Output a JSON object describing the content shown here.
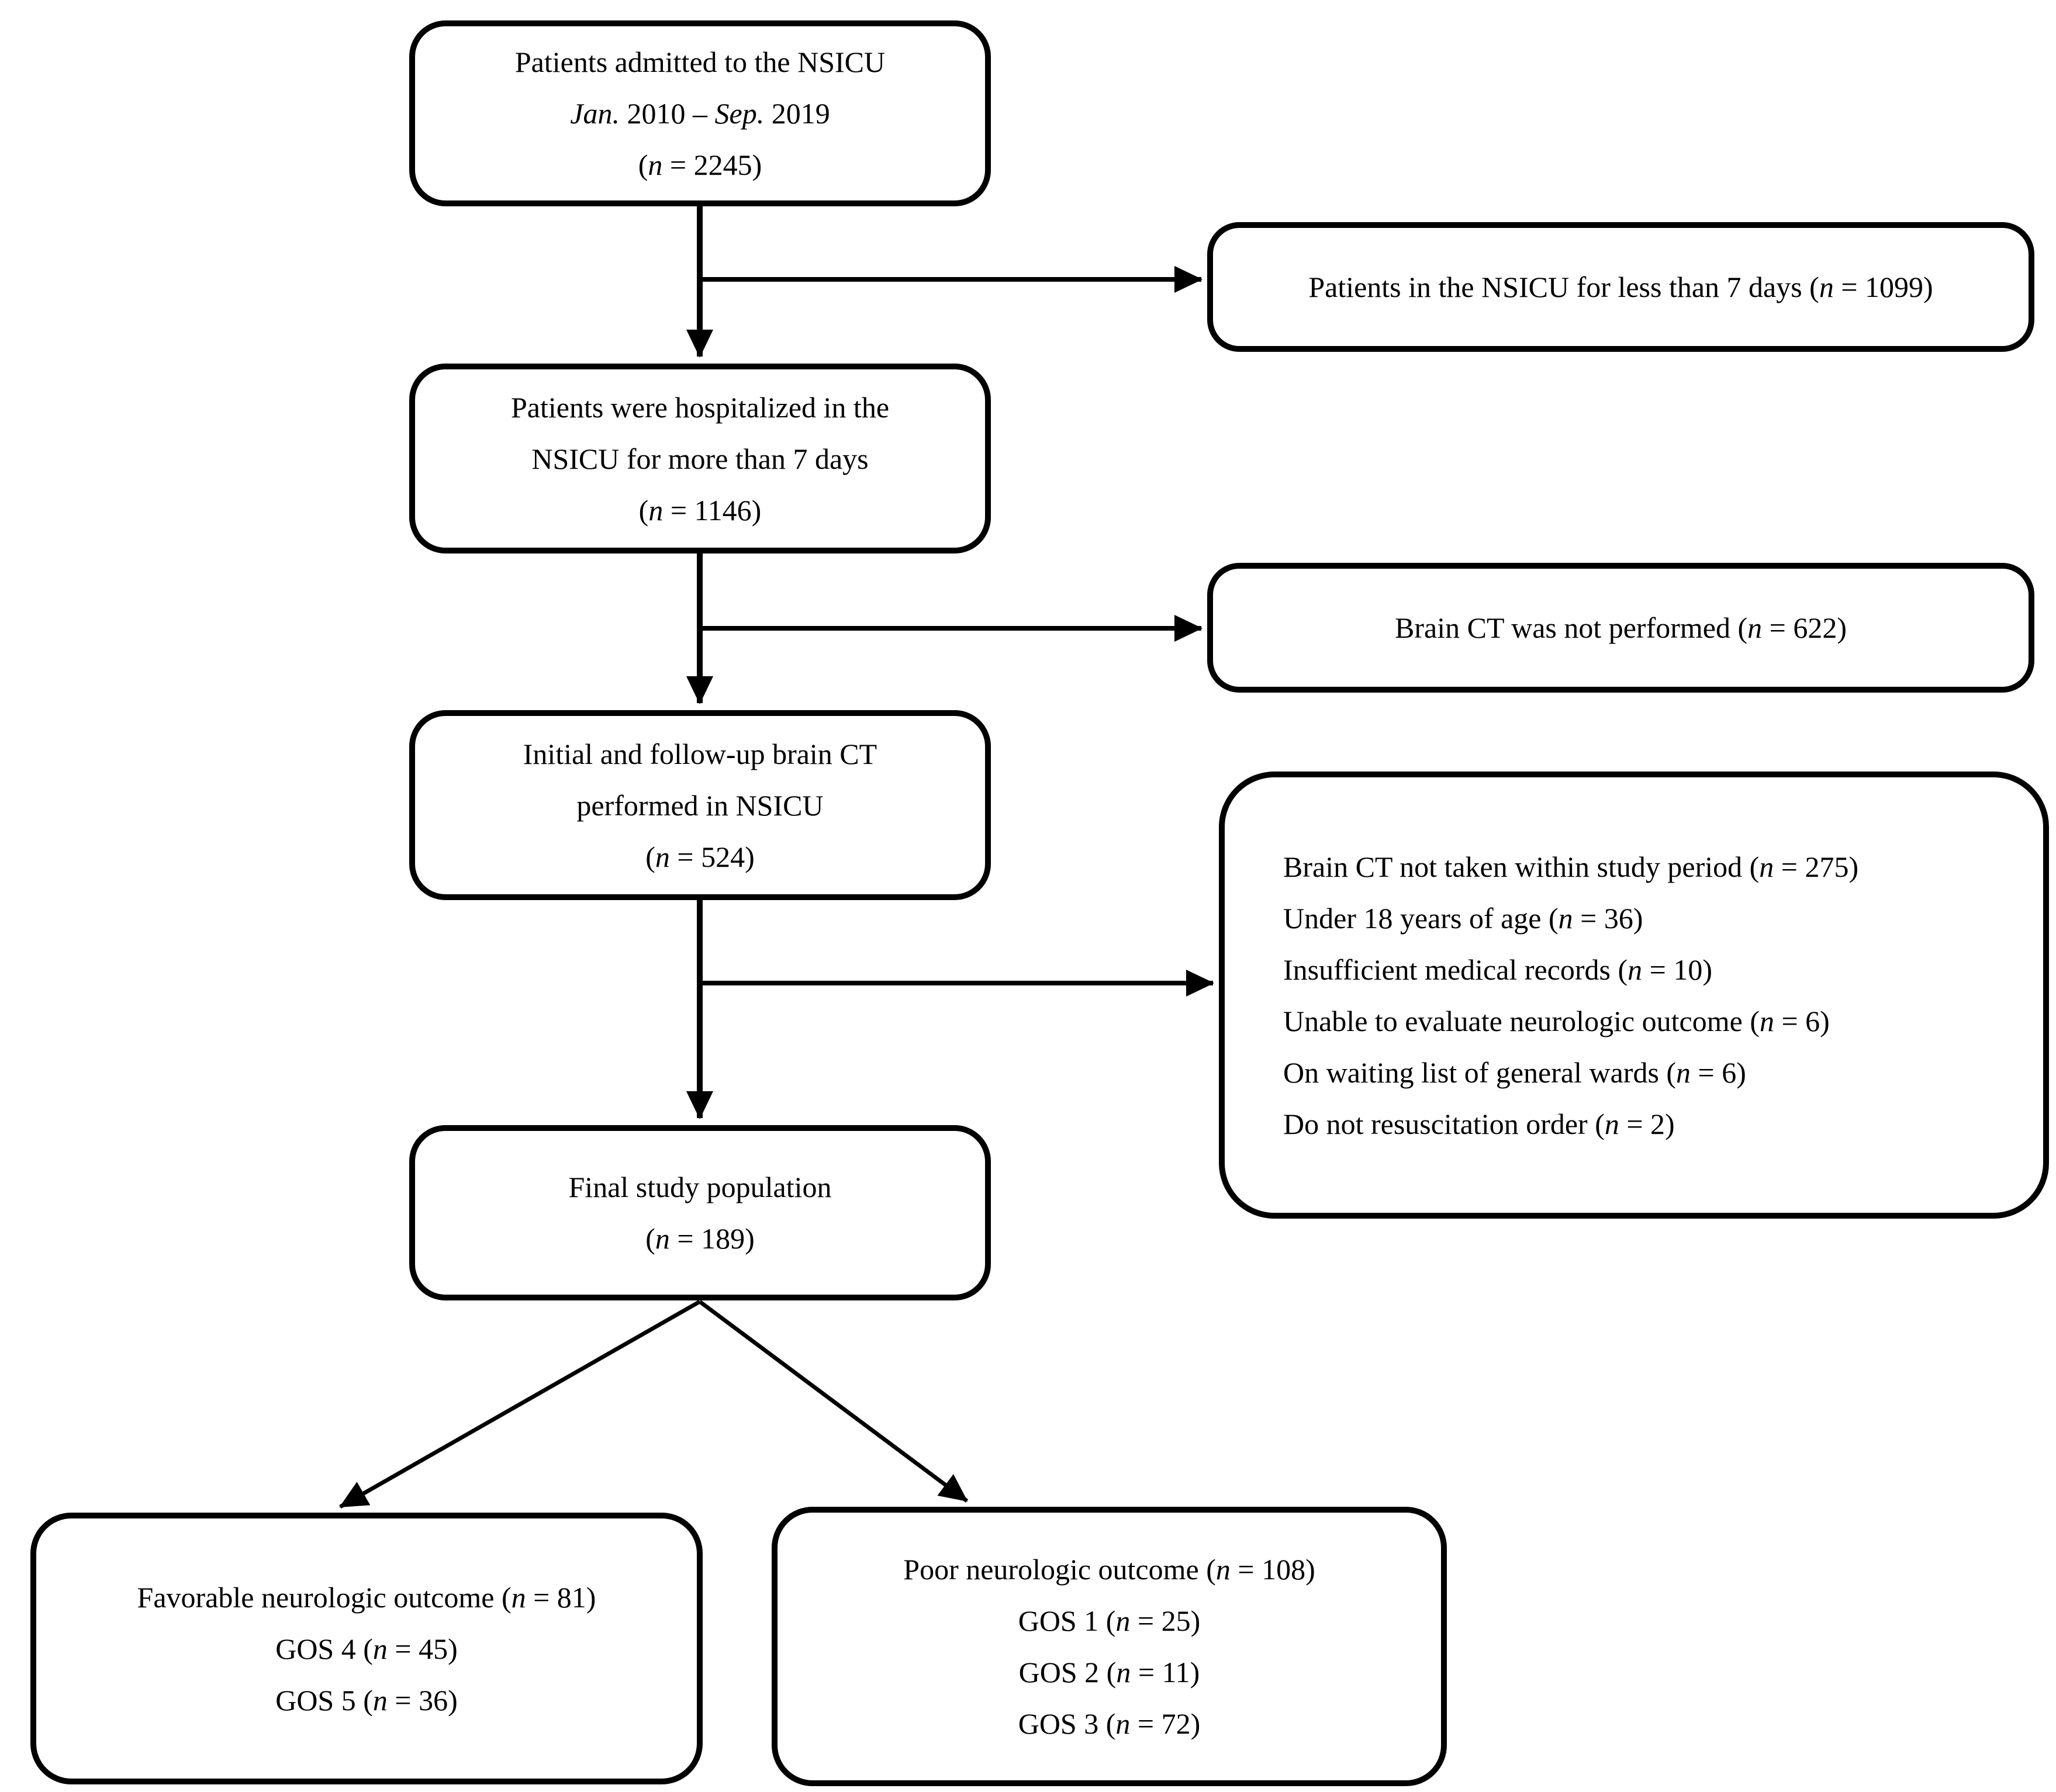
{
  "figure": {
    "kind": "patient-flow-diagram",
    "ink_color": "#000000",
    "background_color": "#ffffff"
  },
  "boxes": {
    "admitted": {
      "lines": [
        [
          {
            "t": "Patients admitted to the NSICU"
          }
        ],
        [
          {
            "t": "Jan.",
            "i": true
          },
          {
            "t": " 2010 – "
          },
          {
            "t": "Sep.",
            "i": true
          },
          {
            "t": " 2019"
          }
        ],
        [
          {
            "t": "("
          },
          {
            "t": "n",
            "i": true
          },
          {
            "t": " = 2245)"
          }
        ]
      ]
    },
    "less_7_days": {
      "lines": [
        [
          {
            "t": "Patients in the NSICU for less than 7 days ("
          },
          {
            "t": "n",
            "i": true
          },
          {
            "t": " = 1099)"
          }
        ]
      ]
    },
    "hospitalized": {
      "lines": [
        [
          {
            "t": "Patients were hospitalized in the"
          }
        ],
        [
          {
            "t": "NSICU for more than 7 days"
          }
        ],
        [
          {
            "t": "("
          },
          {
            "t": "n",
            "i": true
          },
          {
            "t": " = 1146)"
          }
        ]
      ]
    },
    "ct_not_performed": {
      "lines": [
        [
          {
            "t": "Brain CT was not performed ("
          },
          {
            "t": "n",
            "i": true
          },
          {
            "t": " = 622)"
          }
        ]
      ]
    },
    "ct_performed": {
      "lines": [
        [
          {
            "t": "Initial and follow-up brain CT"
          }
        ],
        [
          {
            "t": "performed in NSICU"
          }
        ],
        [
          {
            "t": "("
          },
          {
            "t": "n",
            "i": true
          },
          {
            "t": " = 524)"
          }
        ]
      ]
    },
    "exclusions": {
      "lines": [
        [
          {
            "t": "Brain CT not taken within study period ("
          },
          {
            "t": "n",
            "i": true
          },
          {
            "t": " = 275)"
          }
        ],
        [
          {
            "t": "Under 18 years of age ("
          },
          {
            "t": "n",
            "i": true
          },
          {
            "t": " = 36)"
          }
        ],
        [
          {
            "t": "Insufficient medical records ("
          },
          {
            "t": "n",
            "i": true
          },
          {
            "t": " = 10)"
          }
        ],
        [
          {
            "t": "Unable to evaluate neurologic outcome ("
          },
          {
            "t": "n",
            "i": true
          },
          {
            "t": " = 6)"
          }
        ],
        [
          {
            "t": "On waiting list of general wards ("
          },
          {
            "t": "n",
            "i": true
          },
          {
            "t": " = 6)"
          }
        ],
        [
          {
            "t": "Do not resuscitation order ("
          },
          {
            "t": "n",
            "i": true
          },
          {
            "t": " = 2)"
          }
        ]
      ]
    },
    "final": {
      "lines": [
        [
          {
            "t": "Final study population"
          }
        ],
        [
          {
            "t": "("
          },
          {
            "t": "n",
            "i": true
          },
          {
            "t": " = 189)"
          }
        ]
      ]
    },
    "favorable": {
      "lines": [
        [
          {
            "t": "Favorable neurologic outcome ("
          },
          {
            "t": "n",
            "i": true
          },
          {
            "t": " = 81)"
          }
        ],
        [
          {
            "t": "GOS 4 ("
          },
          {
            "t": "n",
            "i": true
          },
          {
            "t": " = 45)"
          }
        ],
        [
          {
            "t": "GOS 5 ("
          },
          {
            "t": "n",
            "i": true
          },
          {
            "t": " = 36)"
          }
        ]
      ]
    },
    "poor": {
      "lines": [
        [
          {
            "t": "Poor neurologic outcome ("
          },
          {
            "t": "n",
            "i": true
          },
          {
            "t": " = 108)"
          }
        ],
        [
          {
            "t": "GOS 1 ("
          },
          {
            "t": "n",
            "i": true
          },
          {
            "t": " = 25)"
          }
        ],
        [
          {
            "t": "GOS 2 ("
          },
          {
            "t": "n",
            "i": true
          },
          {
            "t": " = 11)"
          }
        ],
        [
          {
            "t": "GOS 3 ("
          },
          {
            "t": "n",
            "i": true
          },
          {
            "t": " = 72)"
          }
        ]
      ]
    }
  },
  "edges": [
    {
      "from": "admitted",
      "to": "hospitalized"
    },
    {
      "from": "admitted",
      "to": "less_7_days"
    },
    {
      "from": "hospitalized",
      "to": "ct_performed"
    },
    {
      "from": "hospitalized",
      "to": "ct_not_performed"
    },
    {
      "from": "ct_performed",
      "to": "final"
    },
    {
      "from": "ct_performed",
      "to": "exclusions"
    },
    {
      "from": "final",
      "to": "favorable"
    },
    {
      "from": "final",
      "to": "poor"
    }
  ]
}
